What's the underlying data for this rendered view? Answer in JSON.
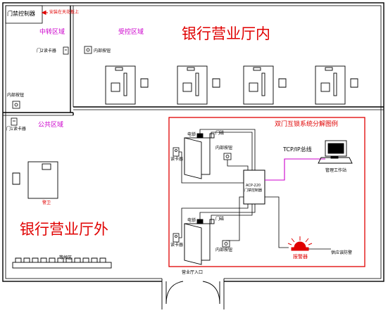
{
  "labels": {
    "door_controller": "门禁控制器",
    "controller_note": "安装在天花板上",
    "middle_zone": "中转区域",
    "controlled_zone": "受控区域",
    "hall_inside": "银行营业厅内",
    "door2_reader": "门2读卡器",
    "inner_button_1": "内部按钮",
    "door1_reader": "门1读卡器",
    "public_zone": "公共区域",
    "guard": "警卫",
    "hall_outside": "银行营业厅外",
    "waiting_area": "等候区",
    "entrance": "营业厅入口",
    "legend_title": "双门互锁系统分解图例",
    "tcpip": "TCP/IP总线",
    "lock_top": "电锁",
    "magnet_top": "门磁",
    "inner_button_top": "内部按钮",
    "reader_top": "读卡器",
    "controller_top": "ACP-220",
    "controller_bottom": "门禁控制器",
    "workstation": "管理工作站",
    "lock_bottom": "电锁",
    "magnet_bottom": "门磁",
    "inner_button_bottom": "内部按钮",
    "reader_bottom": "读卡器",
    "alarm": "报警器",
    "alarm_note": "供应该防警"
  },
  "colors": {
    "wall": "#000000",
    "red_line": "#e00000",
    "magenta_line": "#cc00cc",
    "accent_red": "#e00000",
    "accent_magenta": "#cc00cc"
  }
}
